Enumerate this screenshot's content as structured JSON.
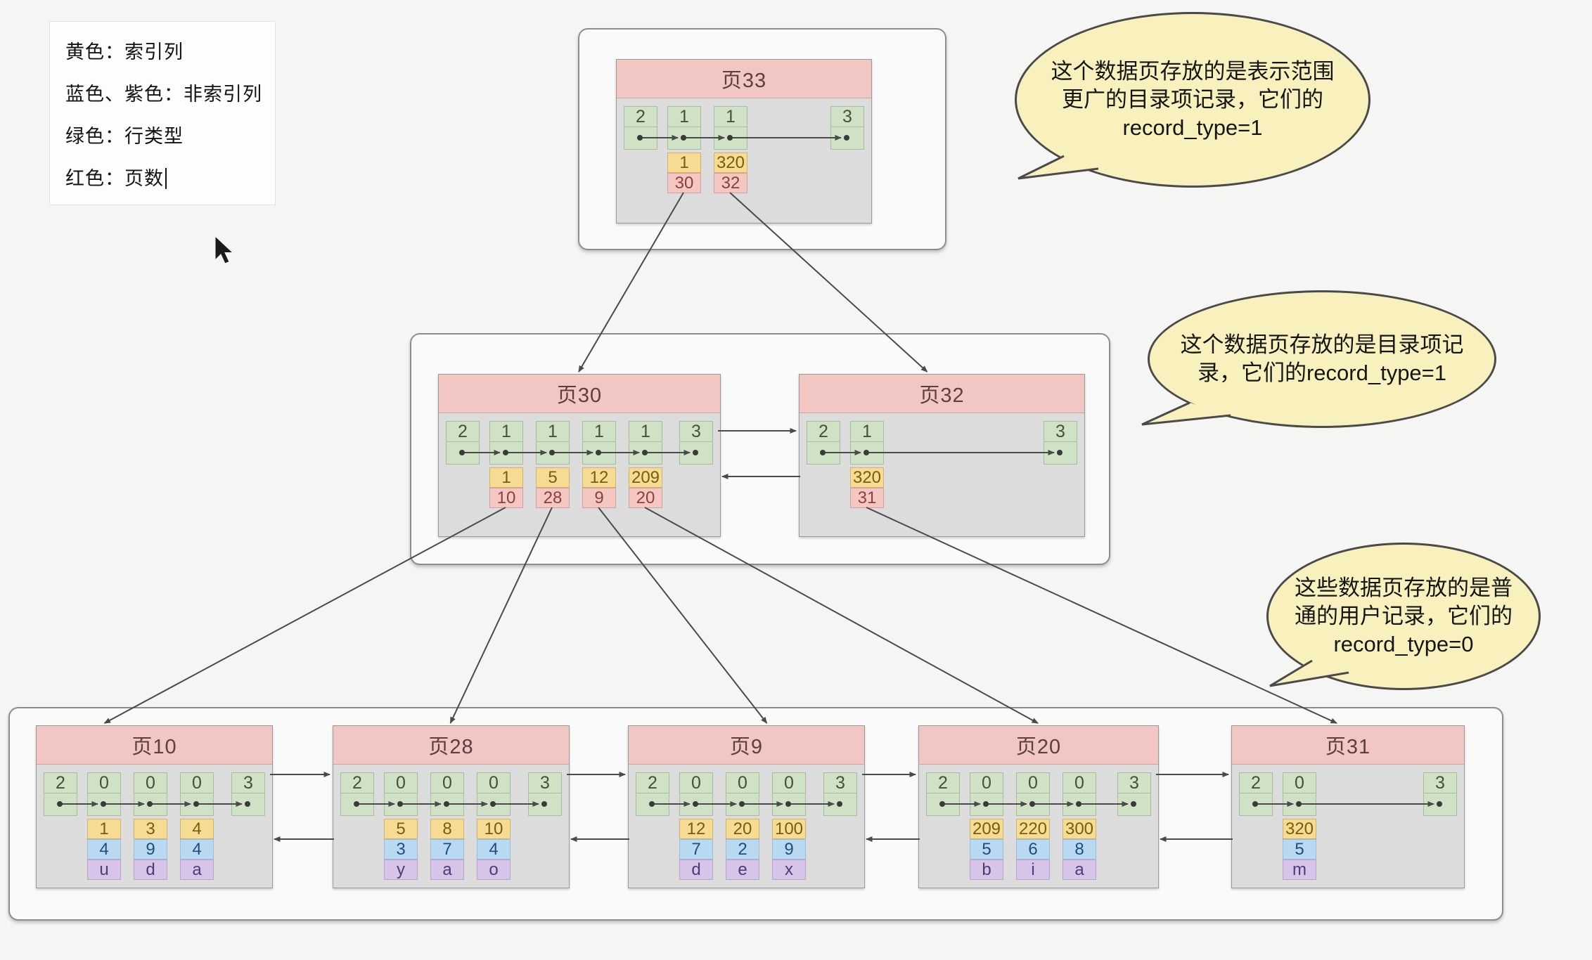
{
  "legend": {
    "lines": [
      "黄色：索引列",
      "蓝色、紫色：非索引列",
      "绿色：行类型",
      "红色：页数"
    ]
  },
  "bubbles": [
    {
      "id": "b1",
      "lines": [
        "这个数据页存放的是表示范围",
        "更广的目录项记录，它们的",
        "record_type=1"
      ]
    },
    {
      "id": "b2",
      "lines": [
        "这个数据页存放的是目录项记",
        "录，它们的record_type=1"
      ]
    },
    {
      "id": "b3",
      "lines": [
        "这些数据页存放的是普",
        "通的用户记录，它们的",
        "record_type=0"
      ]
    }
  ],
  "pages": [
    {
      "id": "p33",
      "title": "页33",
      "kind": "internal",
      "records": [
        {
          "type": "2",
          "values": []
        },
        {
          "type": "1",
          "values": [
            "1",
            "30"
          ]
        },
        {
          "type": "1",
          "values": [
            "320",
            "32"
          ]
        },
        {
          "type": "3",
          "values": []
        }
      ]
    },
    {
      "id": "p30",
      "title": "页30",
      "kind": "internal",
      "records": [
        {
          "type": "2",
          "values": []
        },
        {
          "type": "1",
          "values": [
            "1",
            "10"
          ]
        },
        {
          "type": "1",
          "values": [
            "5",
            "28"
          ]
        },
        {
          "type": "1",
          "values": [
            "12",
            "9"
          ]
        },
        {
          "type": "1",
          "values": [
            "209",
            "20"
          ]
        },
        {
          "type": "3",
          "values": []
        }
      ]
    },
    {
      "id": "p32",
      "title": "页32",
      "kind": "internal",
      "records": [
        {
          "type": "2",
          "values": []
        },
        {
          "type": "1",
          "values": [
            "320",
            "31"
          ]
        },
        {
          "type": "3",
          "values": []
        }
      ]
    },
    {
      "id": "p10",
      "title": "页10",
      "kind": "leaf",
      "records": [
        {
          "type": "2",
          "values": []
        },
        {
          "type": "0",
          "values": [
            "1",
            "4",
            "u"
          ]
        },
        {
          "type": "0",
          "values": [
            "3",
            "9",
            "d"
          ]
        },
        {
          "type": "0",
          "values": [
            "4",
            "4",
            "a"
          ]
        },
        {
          "type": "3",
          "values": []
        }
      ]
    },
    {
      "id": "p28",
      "title": "页28",
      "kind": "leaf",
      "records": [
        {
          "type": "2",
          "values": []
        },
        {
          "type": "0",
          "values": [
            "5",
            "3",
            "y"
          ]
        },
        {
          "type": "0",
          "values": [
            "8",
            "7",
            "a"
          ]
        },
        {
          "type": "0",
          "values": [
            "10",
            "4",
            "o"
          ]
        },
        {
          "type": "3",
          "values": []
        }
      ]
    },
    {
      "id": "p9",
      "title": "页9",
      "kind": "leaf",
      "records": [
        {
          "type": "2",
          "values": []
        },
        {
          "type": "0",
          "values": [
            "12",
            "7",
            "d"
          ]
        },
        {
          "type": "0",
          "values": [
            "20",
            "2",
            "e"
          ]
        },
        {
          "type": "0",
          "values": [
            "100",
            "9",
            "x"
          ]
        },
        {
          "type": "3",
          "values": []
        }
      ]
    },
    {
      "id": "p20",
      "title": "页20",
      "kind": "leaf",
      "records": [
        {
          "type": "2",
          "values": []
        },
        {
          "type": "0",
          "values": [
            "209",
            "5",
            "b"
          ]
        },
        {
          "type": "0",
          "values": [
            "220",
            "6",
            "i"
          ]
        },
        {
          "type": "0",
          "values": [
            "300",
            "8",
            "a"
          ]
        },
        {
          "type": "3",
          "values": []
        }
      ]
    },
    {
      "id": "p31",
      "title": "页31",
      "kind": "leaf",
      "records": [
        {
          "type": "2",
          "values": []
        },
        {
          "type": "0",
          "values": [
            "320",
            "5",
            "m"
          ]
        },
        {
          "type": "3",
          "values": []
        }
      ]
    }
  ],
  "links": {
    "sibling": [
      [
        "p30",
        "p32"
      ],
      [
        "p10",
        "p28"
      ],
      [
        "p28",
        "p9"
      ],
      [
        "p9",
        "p20"
      ],
      [
        "p20",
        "p31"
      ]
    ],
    "tree": [
      {
        "from": "p33",
        "record": 1,
        "to": "p30"
      },
      {
        "from": "p33",
        "record": 2,
        "to": "p32"
      },
      {
        "from": "p30",
        "record": 1,
        "to": "p10"
      },
      {
        "from": "p30",
        "record": 2,
        "to": "p28"
      },
      {
        "from": "p30",
        "record": 3,
        "to": "p9"
      },
      {
        "from": "p30",
        "record": 4,
        "to": "p20"
      },
      {
        "from": "p32",
        "record": 1,
        "to": "p31"
      }
    ]
  },
  "colors": {
    "index_cell": "#f6db93",
    "page_no_cell": "#f4c7c3",
    "row_type_cell": "#cfe2c6",
    "non_index_blue": "#b9d8f1",
    "non_index_purple": "#d7c4e8",
    "page_header": "#f2c6c2",
    "bubble_fill": "#f8f1bd",
    "line": "#4a4a4a"
  }
}
